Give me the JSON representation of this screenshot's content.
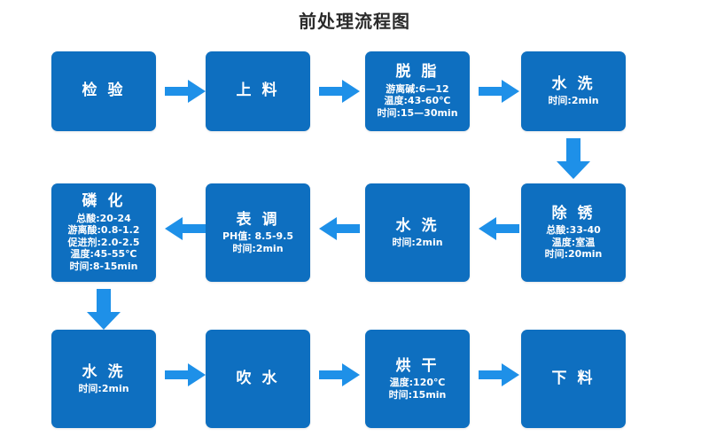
{
  "chart_data": {
    "type": "diagram",
    "title": "前处理流程图",
    "diagram_kind": "process-flowchart",
    "layout": "serpentine-3-rows",
    "node_color": "#0E6FC0",
    "arrow_color": "#1E90E8",
    "background": "#ffffff",
    "rows": [
      {
        "direction": "right",
        "nodes": [
          "inspect",
          "load",
          "degrease",
          "rinse1"
        ]
      },
      {
        "direction": "left",
        "nodes": [
          "derust",
          "rinse2",
          "surface",
          "phosphate"
        ]
      },
      {
        "direction": "right",
        "nodes": [
          "rinse3",
          "blow",
          "dry",
          "unload"
        ]
      }
    ],
    "nodes": [
      {
        "id": "inspect",
        "title": "检 验",
        "details": []
      },
      {
        "id": "load",
        "title": "上 料",
        "details": []
      },
      {
        "id": "degrease",
        "title": "脱 脂",
        "details": [
          "游离碱:6—12",
          "温度:43-60℃",
          "时间:15—30min"
        ]
      },
      {
        "id": "rinse1",
        "title": "水 洗",
        "details": [
          "时间:2min"
        ]
      },
      {
        "id": "derust",
        "title": "除 锈",
        "details": [
          "总酸:33-40",
          "温度:室温",
          "时间:20min"
        ]
      },
      {
        "id": "rinse2",
        "title": "水 洗",
        "details": [
          "时间:2min"
        ]
      },
      {
        "id": "surface",
        "title": "表 调",
        "details": [
          "PH值: 8.5-9.5",
          "时间:2min"
        ]
      },
      {
        "id": "phosphate",
        "title": "磷 化",
        "details": [
          "总酸:20-24",
          "游离酸:0.8-1.2",
          "促进剂:2.0-2.5",
          "温度:45-55℃",
          "时间:8-15min"
        ]
      },
      {
        "id": "rinse3",
        "title": "水 洗",
        "details": [
          "时间:2min"
        ]
      },
      {
        "id": "blow",
        "title": "吹 水",
        "details": []
      },
      {
        "id": "dry",
        "title": "烘 干",
        "details": [
          "温度:120℃",
          "时间:15min"
        ]
      },
      {
        "id": "unload",
        "title": "下 料",
        "details": []
      }
    ],
    "connectors": [
      {
        "from": "inspect",
        "to": "load",
        "direction": "right"
      },
      {
        "from": "load",
        "to": "degrease",
        "direction": "right"
      },
      {
        "from": "degrease",
        "to": "rinse1",
        "direction": "right"
      },
      {
        "from": "rinse1",
        "to": "derust",
        "direction": "down"
      },
      {
        "from": "derust",
        "to": "rinse2",
        "direction": "left"
      },
      {
        "from": "rinse2",
        "to": "surface",
        "direction": "left"
      },
      {
        "from": "surface",
        "to": "phosphate",
        "direction": "left"
      },
      {
        "from": "phosphate",
        "to": "rinse3",
        "direction": "down"
      },
      {
        "from": "rinse3",
        "to": "blow",
        "direction": "right"
      },
      {
        "from": "blow",
        "to": "dry",
        "direction": "right"
      },
      {
        "from": "dry",
        "to": "unload",
        "direction": "right"
      }
    ]
  },
  "title": "前处理流程图",
  "nodes": {
    "inspect": {
      "title": "检 验"
    },
    "load": {
      "title": "上 料"
    },
    "degrease": {
      "title": "脱 脂",
      "d0": "游离碱:6—12",
      "d1": "温度:43-60℃",
      "d2": "时间:15—30min"
    },
    "rinse1": {
      "title": "水 洗",
      "d0": "时间:2min"
    },
    "derust": {
      "title": "除 锈",
      "d0": "总酸:33-40",
      "d1": "温度:室温",
      "d2": "时间:20min"
    },
    "rinse2": {
      "title": "水 洗",
      "d0": "时间:2min"
    },
    "surface": {
      "title": "表 调",
      "d0": "PH值: 8.5-9.5",
      "d1": "时间:2min"
    },
    "phosphate": {
      "title": "磷 化",
      "d0": "总酸:20-24",
      "d1": "游离酸:0.8-1.2",
      "d2": "促进剂:2.0-2.5",
      "d3": "温度:45-55℃",
      "d4": "时间:8-15min"
    },
    "rinse3": {
      "title": "水 洗",
      "d0": "时间:2min"
    },
    "blow": {
      "title": "吹 水"
    },
    "dry": {
      "title": "烘 干",
      "d0": "温度:120℃",
      "d1": "时间:15min"
    },
    "unload": {
      "title": "下 料"
    }
  },
  "colors": {
    "node_blue": "#0E6FC0",
    "arrow_blue": "#1E90E8",
    "title_text": "#2b2b2b",
    "node_text": "#ffffff",
    "background": "#ffffff"
  }
}
